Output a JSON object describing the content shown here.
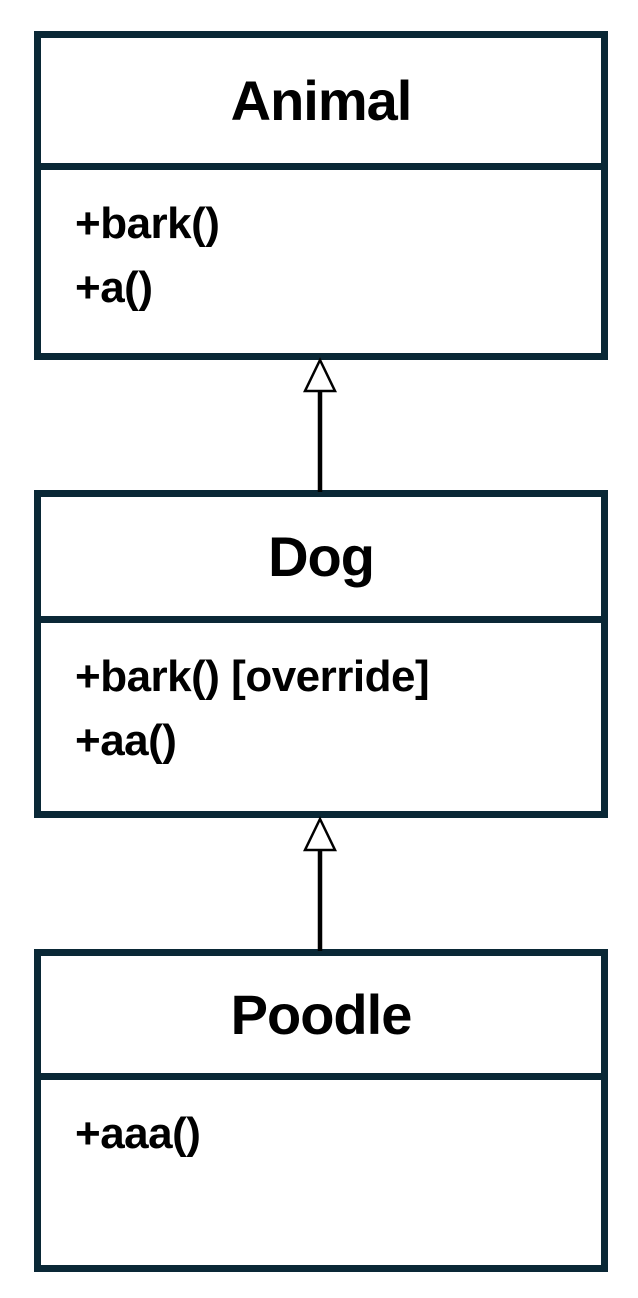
{
  "diagram": {
    "type": "uml-class-diagram",
    "colors": {
      "box_border": "#0a2836",
      "text": "#000000",
      "background": "#ffffff",
      "arrow": "#000000",
      "arrowhead_fill": "#ffffff"
    },
    "classes": [
      {
        "id": "animal",
        "name": "Animal",
        "methods": [
          "+bark()",
          "+a()"
        ]
      },
      {
        "id": "dog",
        "name": "Dog",
        "methods": [
          "+bark() [override]",
          "+aa()"
        ]
      },
      {
        "id": "poodle",
        "name": "Poodle",
        "methods": [
          "+aaa()"
        ]
      }
    ],
    "relations": [
      {
        "type": "inheritance",
        "from": "Dog",
        "to": "Animal"
      },
      {
        "type": "inheritance",
        "from": "Poodle",
        "to": "Dog"
      }
    ]
  }
}
